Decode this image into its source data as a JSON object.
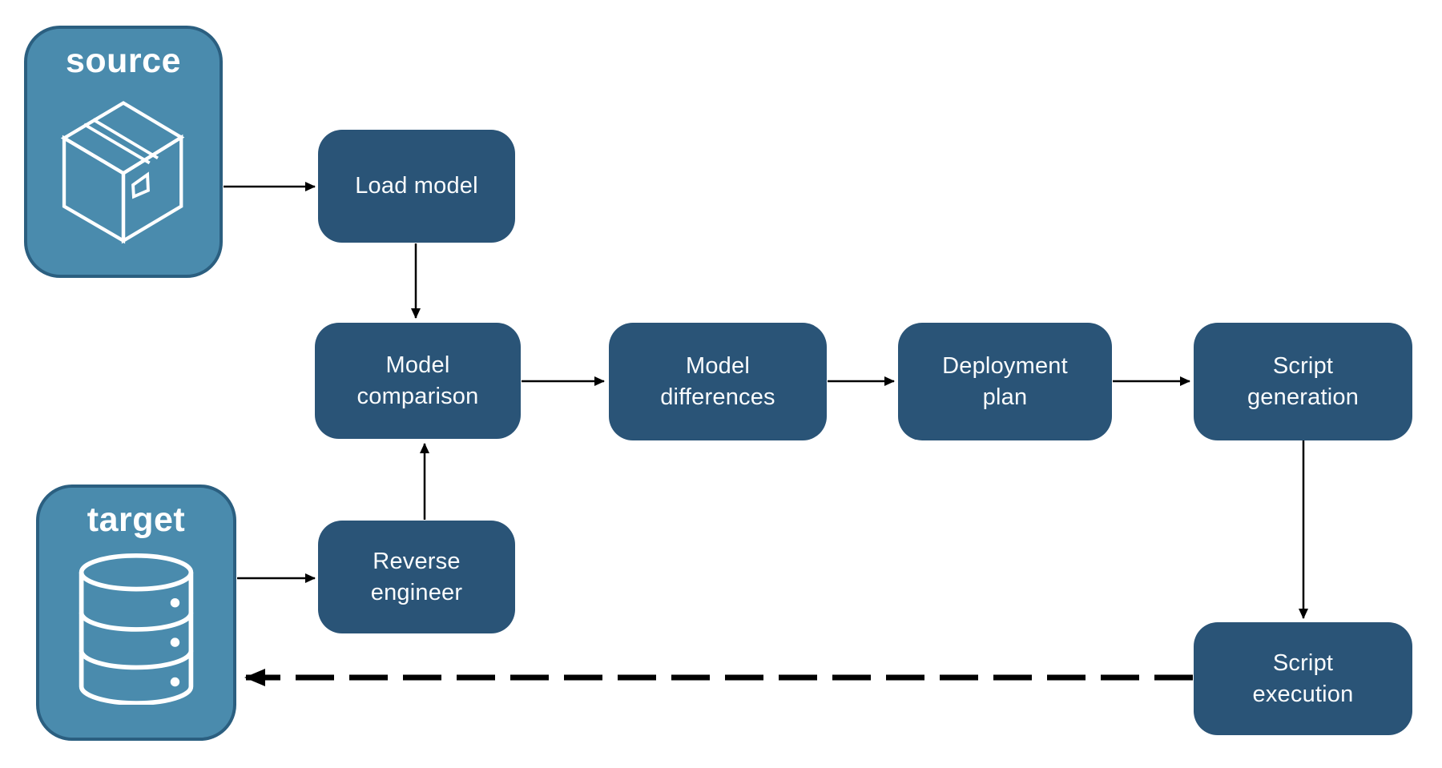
{
  "colors": {
    "background": "#FFFFFF",
    "node_fill": "#2A5477",
    "node_text": "#FFFFFF",
    "endpoint_fill": "#4A8BAD",
    "endpoint_border": "#2B5F80",
    "endpoint_text": "#FFFFFF",
    "arrow": "#000000"
  },
  "endpoints": {
    "source": {
      "label": "source",
      "icon": "package-icon"
    },
    "target": {
      "label": "target",
      "icon": "database-icon"
    }
  },
  "nodes": {
    "load_model": {
      "label": "Load model"
    },
    "model_comparison": {
      "label": "Model comparison"
    },
    "model_differences": {
      "label": "Model differences"
    },
    "deployment_plan": {
      "label": "Deployment plan"
    },
    "script_generation": {
      "label": "Script generation"
    },
    "reverse_engineer": {
      "label": "Reverse engineer"
    },
    "script_execution": {
      "label": "Script execution"
    }
  },
  "edges": [
    {
      "from": "source",
      "to": "load_model",
      "style": "solid"
    },
    {
      "from": "load_model",
      "to": "model_comparison",
      "style": "solid"
    },
    {
      "from": "model_comparison",
      "to": "model_differences",
      "style": "solid"
    },
    {
      "from": "model_differences",
      "to": "deployment_plan",
      "style": "solid"
    },
    {
      "from": "deployment_plan",
      "to": "script_generation",
      "style": "solid"
    },
    {
      "from": "script_generation",
      "to": "script_execution",
      "style": "solid"
    },
    {
      "from": "target",
      "to": "reverse_engineer",
      "style": "solid"
    },
    {
      "from": "reverse_engineer",
      "to": "model_comparison",
      "style": "solid"
    },
    {
      "from": "script_execution",
      "to": "target",
      "style": "dashed"
    }
  ]
}
